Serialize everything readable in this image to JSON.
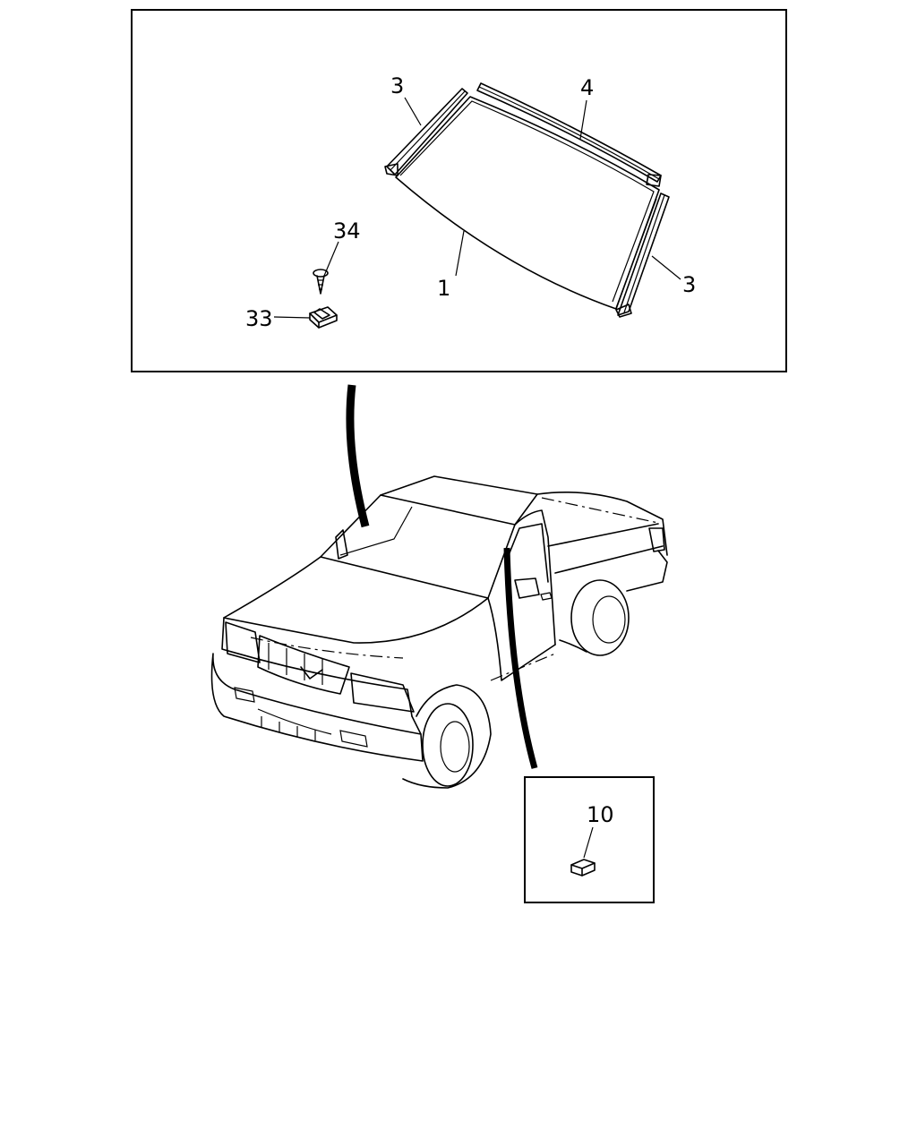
{
  "callouts": {
    "trim_left": "3",
    "molding_top": "4",
    "clip_screw": "34",
    "windshield_glass": "1",
    "trim_right": "3",
    "clip_nut": "33",
    "spacer_block": "10"
  },
  "icons": {
    "truck": "pickup-truck-icon",
    "screw": "screw-icon",
    "nut": "clip-nut-icon",
    "block": "spacer-block-icon"
  },
  "colors": {
    "line": "#000000",
    "background": "#ffffff"
  }
}
